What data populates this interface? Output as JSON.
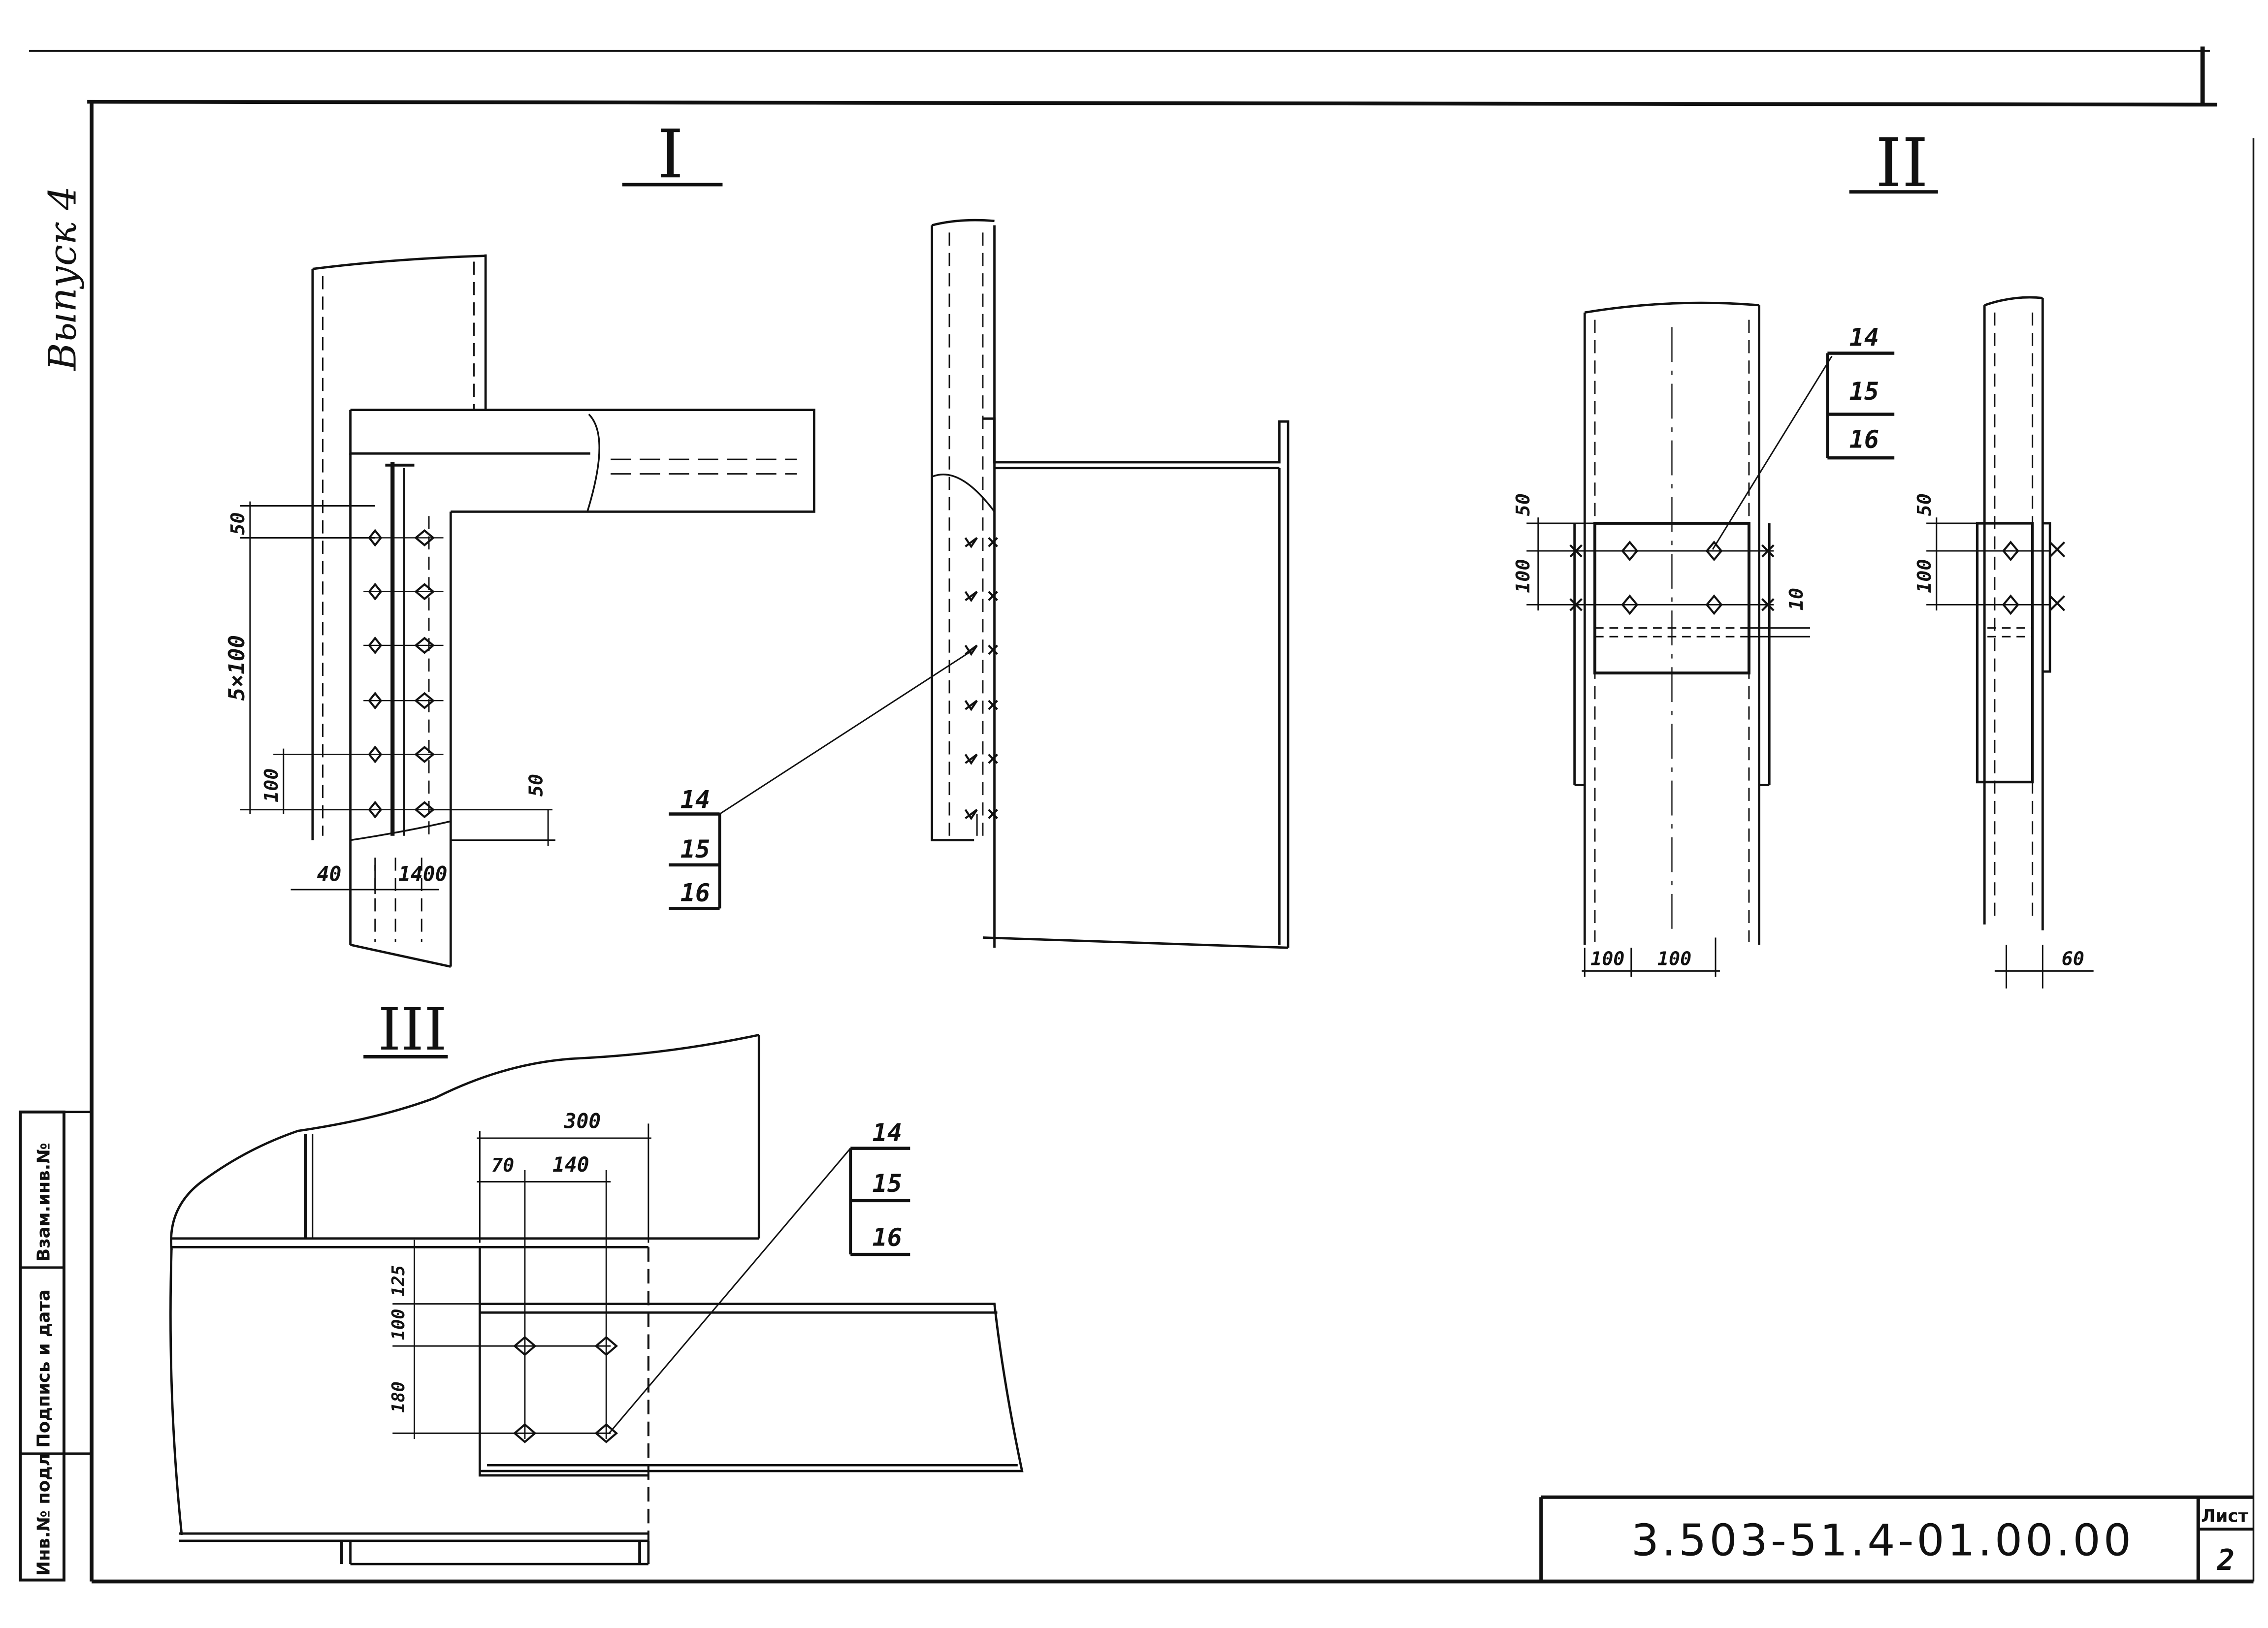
{
  "stamp": {
    "vypusk": "Выпуск 4",
    "designation": "3.503-51.4-01.00.00",
    "sheet_label": "Лист",
    "sheet_number": "2"
  },
  "side_strip": {
    "inv_podl": "Инв.№ подл",
    "podpis_data": "Подпись и дата",
    "vzam_inv": "Взам.инв.№"
  },
  "views": {
    "I": "I",
    "II": "II",
    "III": "III"
  },
  "callouts": {
    "p14": "14",
    "p15": "15",
    "p16": "16"
  },
  "dims_I": {
    "d50a": "50",
    "d5x100": "5×100",
    "d100": "100",
    "d50b": "50",
    "d40": "40",
    "d1400": "1400"
  },
  "dims_II": {
    "d50": "50",
    "d100v": "100",
    "d10": "10",
    "d100a": "100",
    "d100b": "100",
    "s50": "50",
    "s100": "100",
    "s60": "60"
  },
  "dims_III": {
    "d300": "300",
    "d70": "70",
    "d140": "140",
    "d125": "125",
    "d100": "100",
    "d180": "180"
  }
}
